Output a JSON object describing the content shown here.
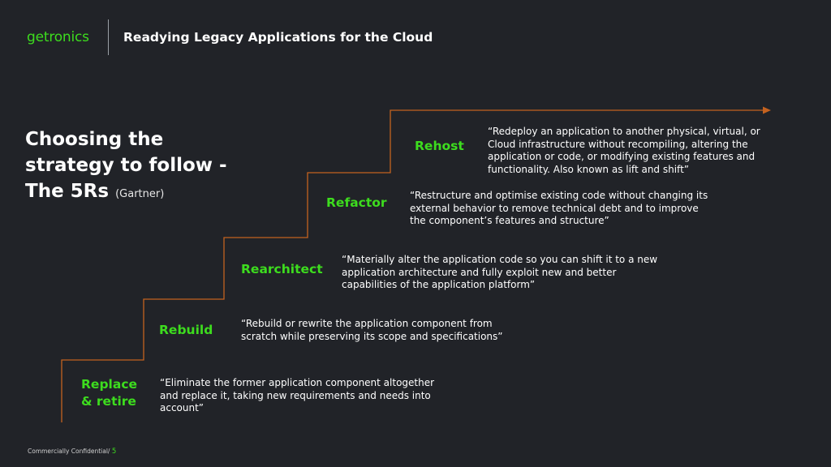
{
  "brand": {
    "logo_text": "getronics",
    "accent_color": "#3ddc1e",
    "line_color": "#c4621f"
  },
  "header": {
    "title": "Readying Legacy Applications for the Cloud"
  },
  "main": {
    "title_line1": "Choosing the",
    "title_line2": "strategy to follow -",
    "title_line3": "The 5Rs",
    "source": "(Gartner)"
  },
  "steps": [
    {
      "label": "Replace & retire",
      "description": "“Eliminate the former application component altogether and replace it, taking new requirements and needs into account”"
    },
    {
      "label": "Rebuild",
      "description": "“Rebuild or rewrite the application component from scratch while preserving its scope and specifications”"
    },
    {
      "label": "Rearchitect",
      "description": "“Materially alter the application code so you can shift it to a new application architecture and fully exploit new and better capabilities of the application platform”"
    },
    {
      "label": "Refactor",
      "description": "“Restructure and optimise existing code without changing its external behavior to remove technical debt and to improve the component’s features and structure”"
    },
    {
      "label": "Rehost",
      "description": "“Redeploy an application to another physical, virtual, or Cloud infrastructure without recompiling, altering the application or code, or modifying existing features and functionality. Also known as lift and shift”"
    }
  ],
  "footer": {
    "confidential": "Commercially Confidential",
    "separator": "/",
    "page": "5"
  }
}
